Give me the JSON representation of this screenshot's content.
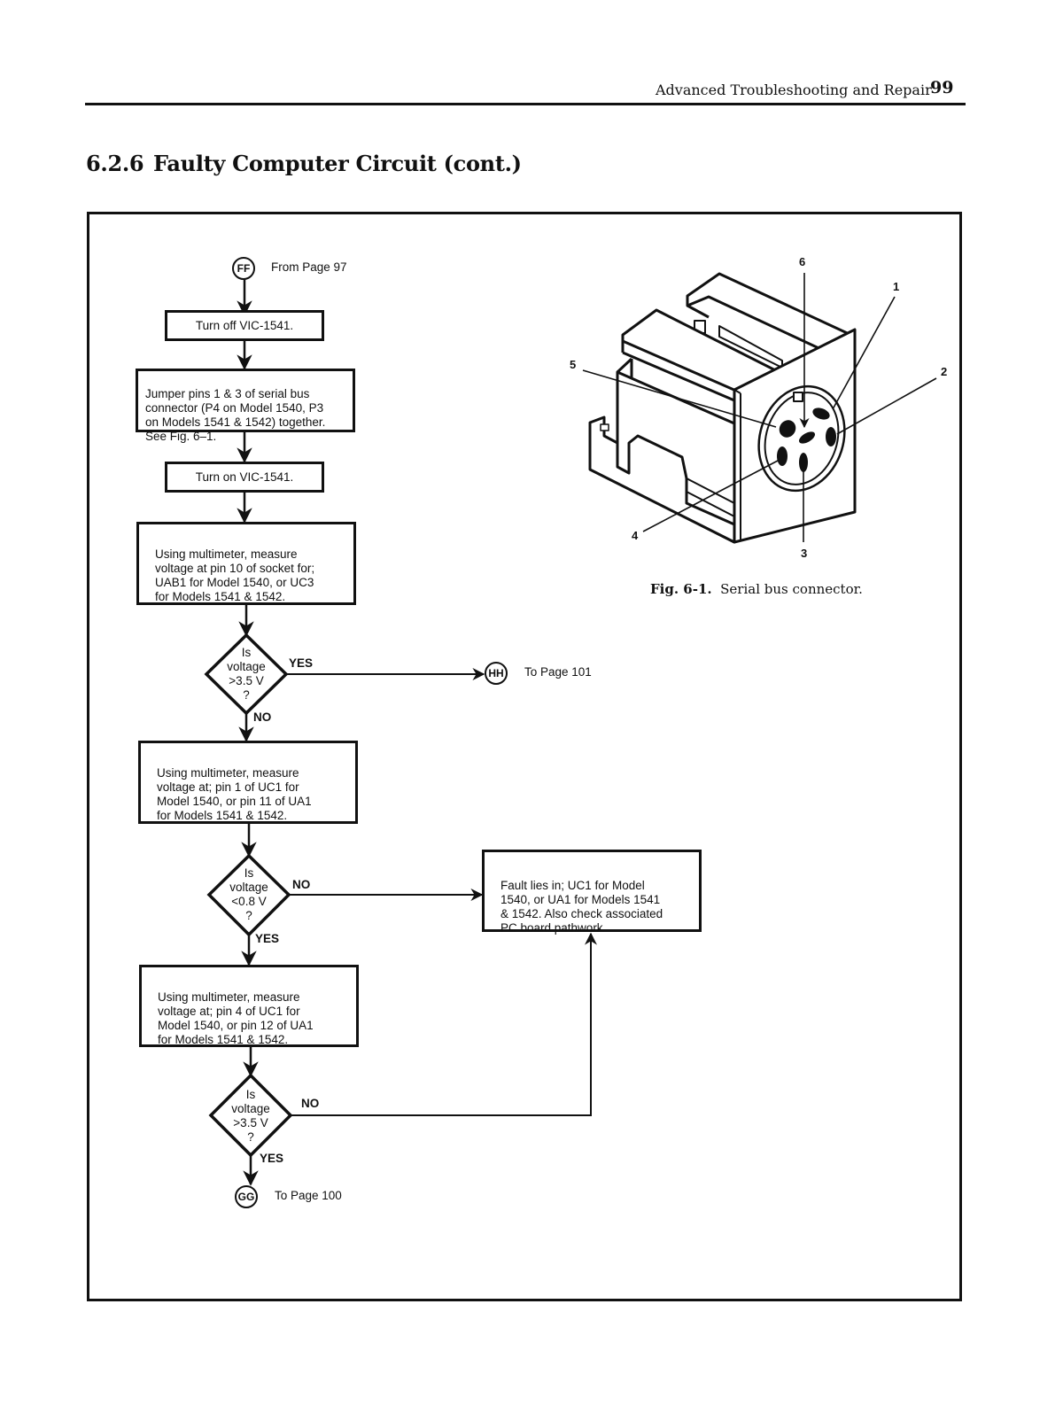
{
  "header": {
    "running_head": "Advanced Troubleshooting and Repair",
    "page_number": "99"
  },
  "section": {
    "number": "6.2.6",
    "title": "Faulty Computer Circuit (cont.)"
  },
  "flowchart": {
    "start_connector": {
      "id": "FF",
      "label": "From Page 97"
    },
    "steps": [
      {
        "text": "Turn off VIC-1541."
      },
      {
        "text": "Jumper pins 1 & 3 of serial bus\nconnector (P4 on Model 1540, P3\non Models 1541 & 1542) together.\nSee Fig. 6–1."
      },
      {
        "text": "Turn on VIC-1541."
      },
      {
        "text": "Using multimeter, measure\nvoltage at pin 10 of socket for;\nUAB1 for Model 1540, or UC3\nfor Models 1541 & 1542."
      },
      {
        "text": "Using multimeter, measure\nvoltage at; pin 1 of UC1 for\nModel 1540, or pin 11 of UA1\nfor Models 1541 & 1542."
      },
      {
        "text": "Using multimeter, measure\nvoltage at; pin 4 of UC1 for\nModel 1540, or pin 12 of UA1\nfor Models 1541 & 1542."
      }
    ],
    "decisions": [
      {
        "text": "Is\nvoltage\n>3.5 V\n?",
        "right_label": "YES",
        "down_label": "NO"
      },
      {
        "text": "Is\nvoltage\n<0.8 V\n?",
        "right_label": "NO",
        "down_label": "YES"
      },
      {
        "text": "Is\nvoltage\n>3.5 V\n?",
        "right_label": "NO",
        "down_label": "YES"
      }
    ],
    "fault_box": {
      "text": "Fault lies in; UC1 for Model\n1540, or UA1 for Models 1541\n& 1542.  Also check associated\nPC board pathwork."
    },
    "exit_connectors": [
      {
        "id": "HH",
        "label": "To Page  101"
      },
      {
        "id": "GG",
        "label": "To Page  100"
      }
    ]
  },
  "figure": {
    "pin_labels": [
      "1",
      "2",
      "3",
      "4",
      "5",
      "6"
    ],
    "caption_number": "Fig. 6-1.",
    "caption_text": "Serial bus connector."
  }
}
